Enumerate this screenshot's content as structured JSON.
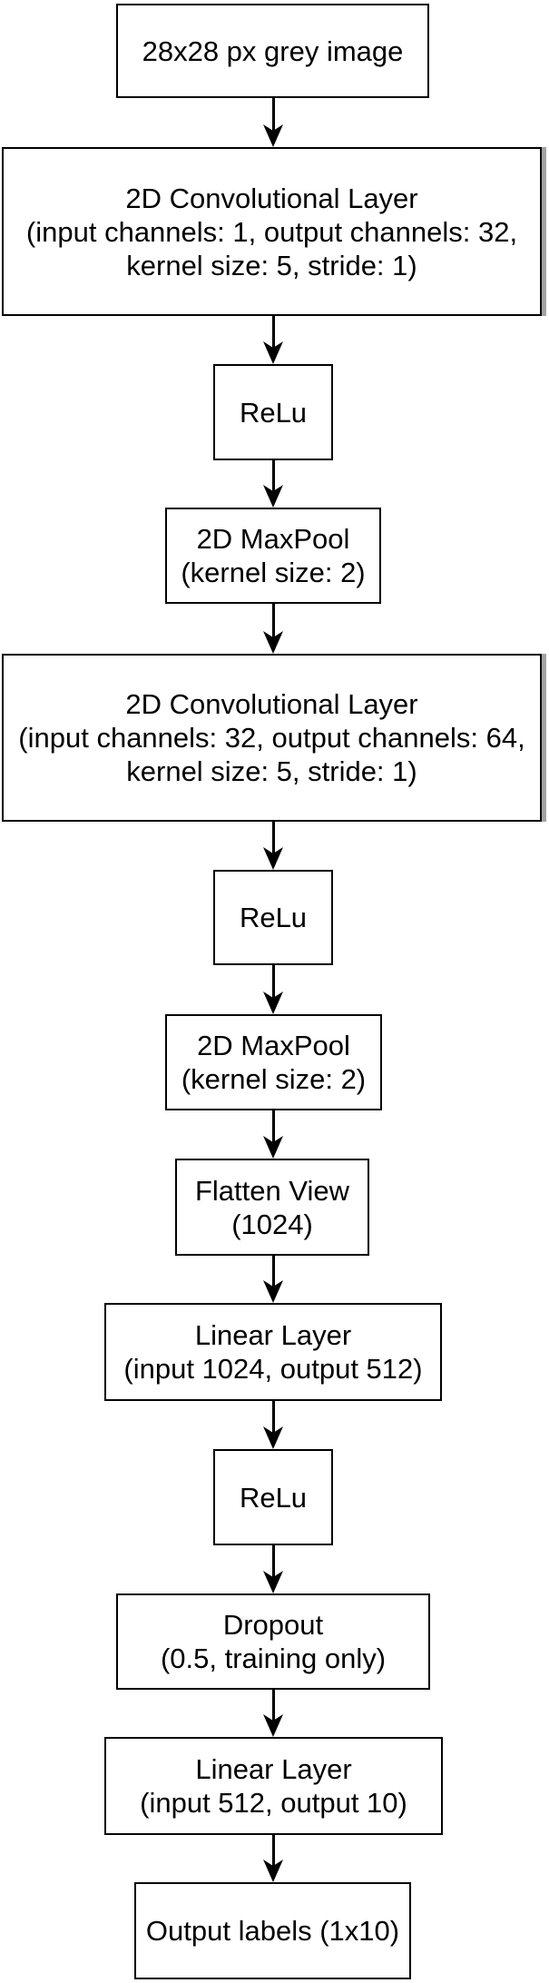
{
  "diagram": {
    "kind": "flowchart",
    "colors": {
      "background": "#ffffff",
      "ink": "#000000",
      "conv_box_shadow": "#a3a3a3"
    },
    "nodes": [
      {
        "id": "input-image",
        "lines": [
          "28x28 px grey image"
        ]
      },
      {
        "id": "conv-layer-1",
        "lines": [
          "2D Convolutional Layer",
          "(input channels: 1, output channels: 32,",
          "kernel size: 5, stride: 1)"
        ]
      },
      {
        "id": "relu-1",
        "lines": [
          "ReLu"
        ]
      },
      {
        "id": "maxpool-1",
        "lines": [
          "2D MaxPool",
          "(kernel size: 2)"
        ]
      },
      {
        "id": "conv-layer-2",
        "lines": [
          "2D Convolutional Layer",
          "(input channels: 32, output channels: 64,",
          "kernel size: 5, stride: 1)"
        ]
      },
      {
        "id": "relu-2",
        "lines": [
          "ReLu"
        ]
      },
      {
        "id": "maxpool-2",
        "lines": [
          "2D MaxPool",
          "(kernel size: 2)"
        ]
      },
      {
        "id": "flatten-view",
        "lines": [
          "Flatten View",
          "(1024)"
        ]
      },
      {
        "id": "linear-1",
        "lines": [
          "Linear Layer",
          "(input 1024, output 512)"
        ]
      },
      {
        "id": "relu-3",
        "lines": [
          "ReLu"
        ]
      },
      {
        "id": "dropout",
        "lines": [
          "Dropout",
          "(0.5, training only)"
        ]
      },
      {
        "id": "linear-2",
        "lines": [
          "Linear Layer",
          "(input 512, output 10)"
        ]
      },
      {
        "id": "output-labels",
        "lines": [
          "Output labels (1x10)"
        ]
      }
    ],
    "edges": [
      {
        "from": "input-image",
        "to": "conv-layer-1"
      },
      {
        "from": "conv-layer-1",
        "to": "relu-1"
      },
      {
        "from": "relu-1",
        "to": "maxpool-1"
      },
      {
        "from": "maxpool-1",
        "to": "conv-layer-2"
      },
      {
        "from": "conv-layer-2",
        "to": "relu-2"
      },
      {
        "from": "relu-2",
        "to": "maxpool-2"
      },
      {
        "from": "maxpool-2",
        "to": "flatten-view"
      },
      {
        "from": "flatten-view",
        "to": "linear-1"
      },
      {
        "from": "linear-1",
        "to": "relu-3"
      },
      {
        "from": "relu-3",
        "to": "dropout"
      },
      {
        "from": "dropout",
        "to": "linear-2"
      },
      {
        "from": "linear-2",
        "to": "output-labels"
      }
    ]
  }
}
